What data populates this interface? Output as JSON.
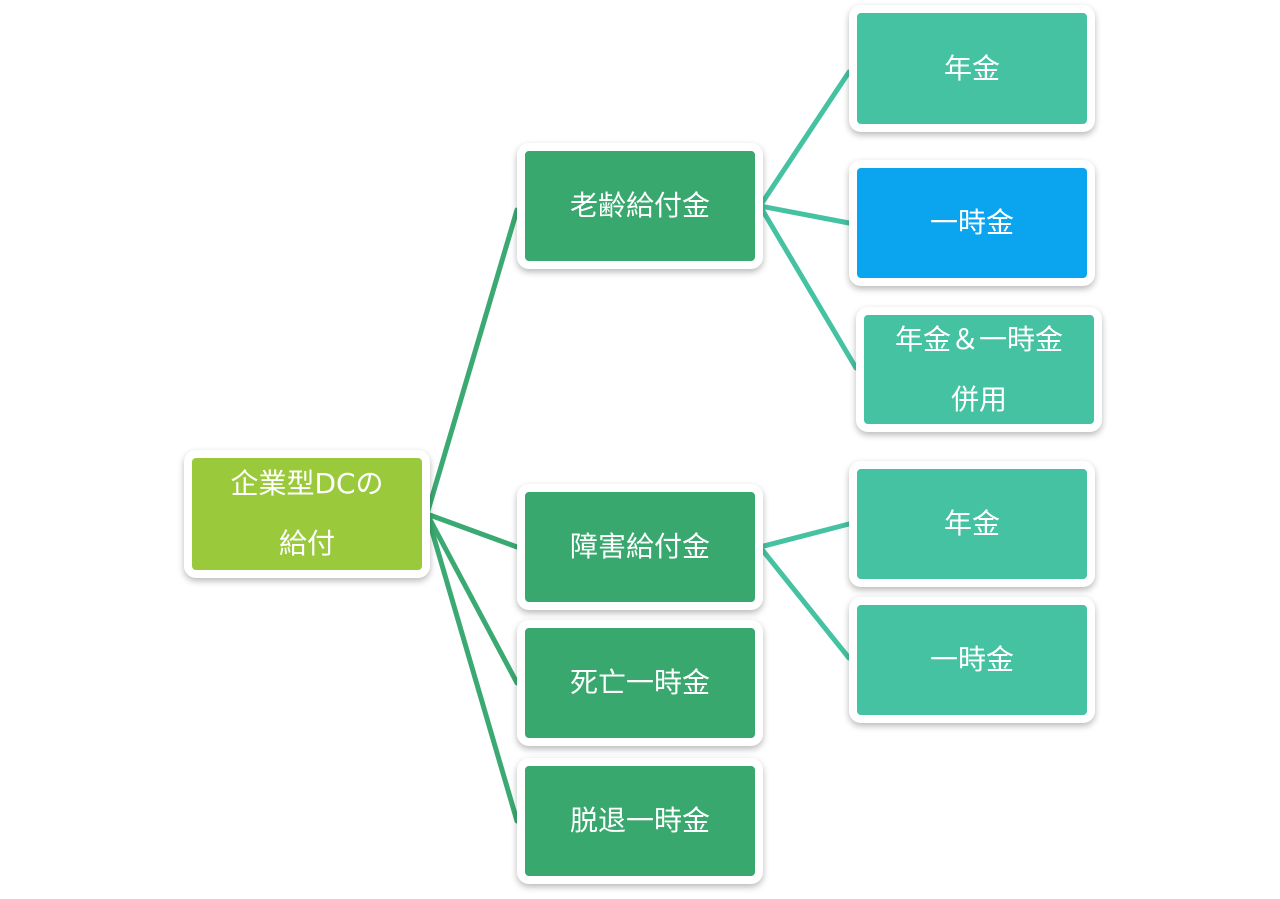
{
  "colors": {
    "root": "#9ACA3C",
    "level1": "#38A86E",
    "level2": "#45C2A2",
    "highlight": "#0AA5EE",
    "connector_root": "#3BAA72",
    "connector_leaf": "#45C2A2"
  },
  "diagram": {
    "root": {
      "lines": [
        "企業型DCの",
        "給付"
      ]
    },
    "branches": [
      {
        "label": "老齢給付金",
        "children": [
          {
            "lines": [
              "年金"
            ],
            "highlighted": false
          },
          {
            "lines": [
              "一時金"
            ],
            "highlighted": true
          },
          {
            "lines": [
              "年金＆一時金",
              "併用"
            ],
            "highlighted": false
          }
        ]
      },
      {
        "label": "障害給付金",
        "children": [
          {
            "lines": [
              "年金"
            ],
            "highlighted": false
          },
          {
            "lines": [
              "一時金"
            ],
            "highlighted": false
          }
        ]
      },
      {
        "label": "死亡一時金",
        "children": []
      },
      {
        "label": "脱退一時金",
        "children": []
      }
    ]
  }
}
